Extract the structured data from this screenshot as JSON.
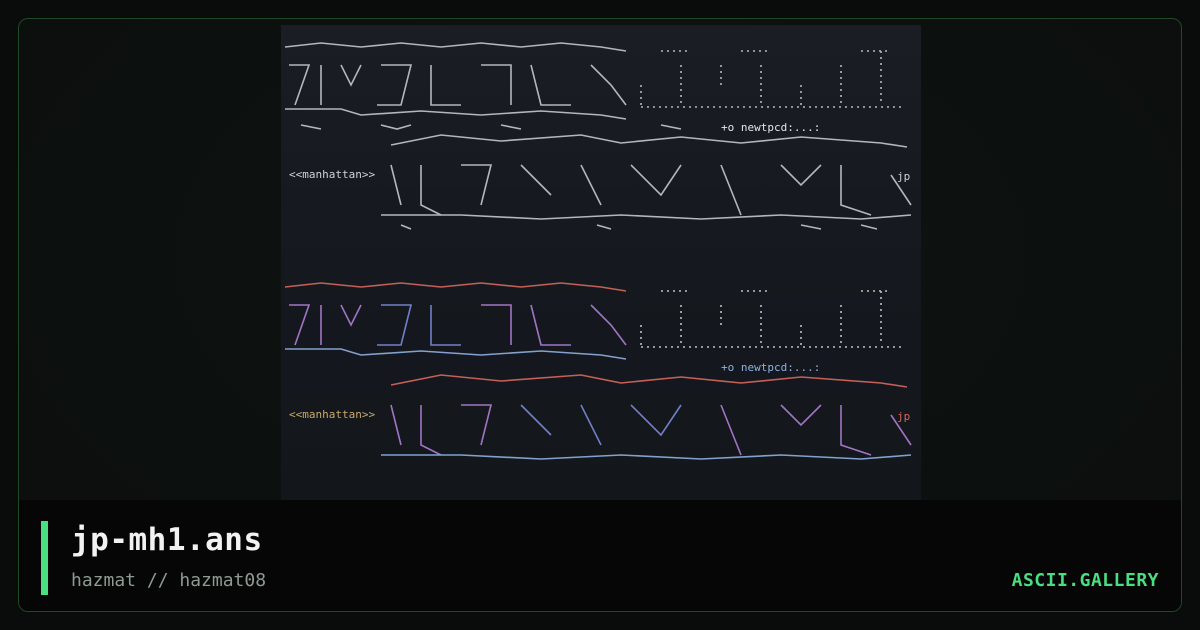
{
  "art": {
    "logo_text_block1": "<<manhattan>>",
    "logo_text_block2": "<<manhattan>>",
    "post_label_block1": "+o newtpcd:...:",
    "post_label_block2": "+o newtpcd:...:",
    "signature_block1": "jp",
    "signature_block2": "jp",
    "mono_color": "#cfd3d8",
    "palette": [
      "#d9675f",
      "#b07fd6",
      "#7d8bd9",
      "#c9a86a",
      "#8fb0e0"
    ]
  },
  "footer": {
    "filename": "jp-mh1.ans",
    "author": "hazmat // hazmat08",
    "brand": "ASCII.GALLERY",
    "accent_color": "#4ade80"
  }
}
